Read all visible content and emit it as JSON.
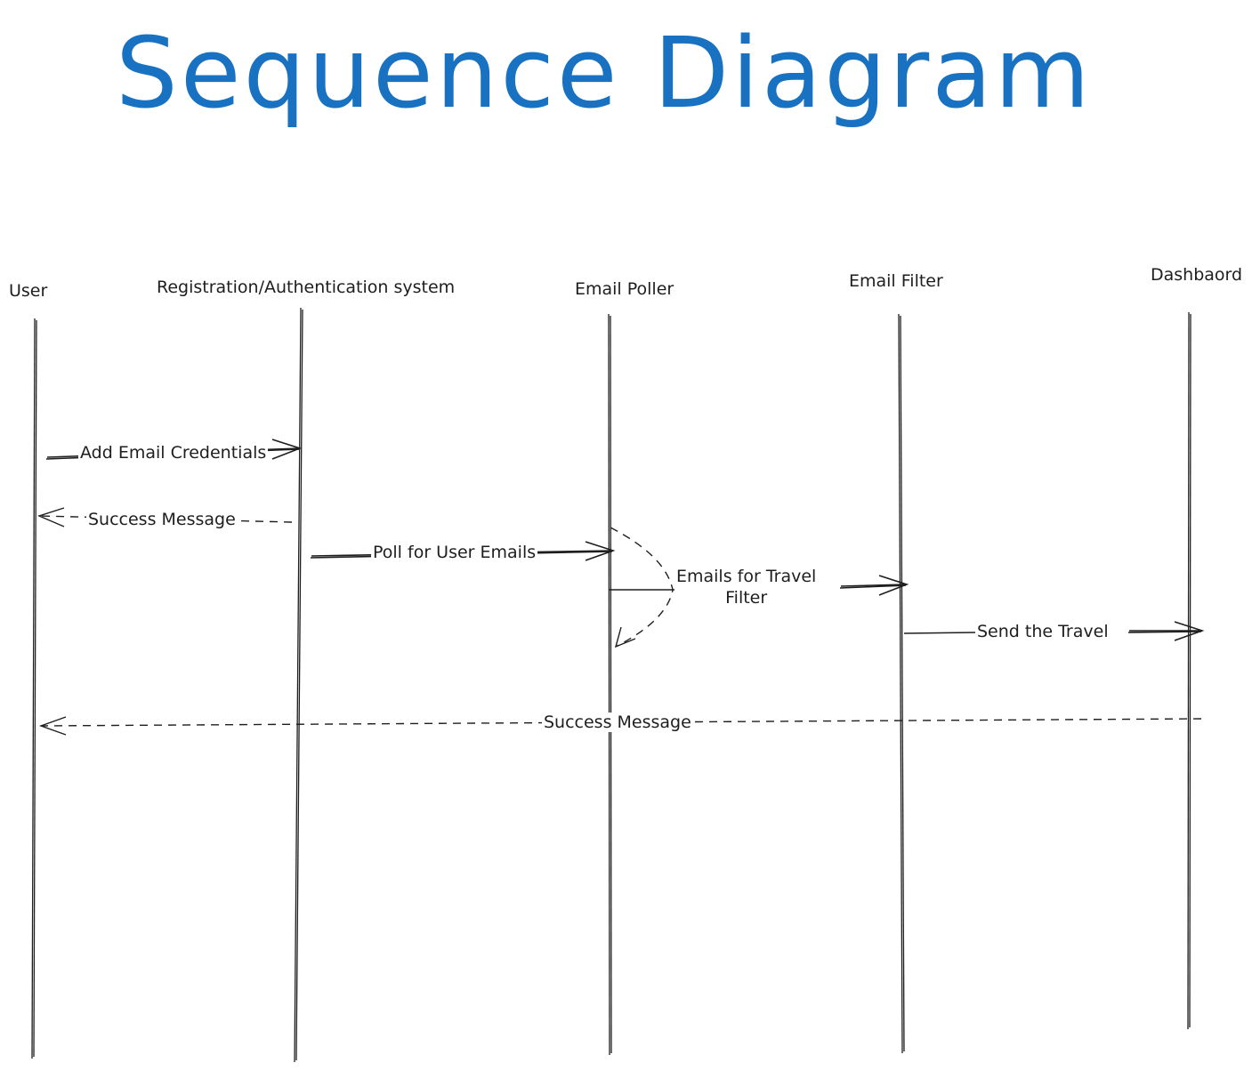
{
  "title": "Sequence Diagram",
  "colors": {
    "title": "#1971c2",
    "ink": "#1e1e1e",
    "background": "#ffffff"
  },
  "actors": [
    {
      "id": "user",
      "label": "User"
    },
    {
      "id": "auth",
      "label": "Registration/Authentication system"
    },
    {
      "id": "poller",
      "label": "Email Poller"
    },
    {
      "id": "filter",
      "label": "Email Filter"
    },
    {
      "id": "dashboard",
      "label": "Dashbaord"
    }
  ],
  "messages": [
    {
      "id": "m1",
      "from": "user",
      "to": "auth",
      "style": "solid",
      "label": "Add Email Credentials"
    },
    {
      "id": "m2",
      "from": "auth",
      "to": "user",
      "style": "dashed",
      "label": "Success Message"
    },
    {
      "id": "m3",
      "from": "auth",
      "to": "poller",
      "style": "solid",
      "label": "Poll for User Emails"
    },
    {
      "id": "m4",
      "from": "poller",
      "to": "filter",
      "style": "solid",
      "label_lines": [
        "Emails for Travel",
        "Filter"
      ]
    },
    {
      "id": "m5",
      "from": "filter",
      "to": "dashboard",
      "style": "solid",
      "label": "Send the Travel"
    },
    {
      "id": "m6",
      "from": "dashboard",
      "to": "user",
      "style": "dashed",
      "label": "Success Message"
    },
    {
      "id": "self",
      "from": "poller",
      "to": "poller",
      "style": "dashed",
      "label": ""
    }
  ]
}
